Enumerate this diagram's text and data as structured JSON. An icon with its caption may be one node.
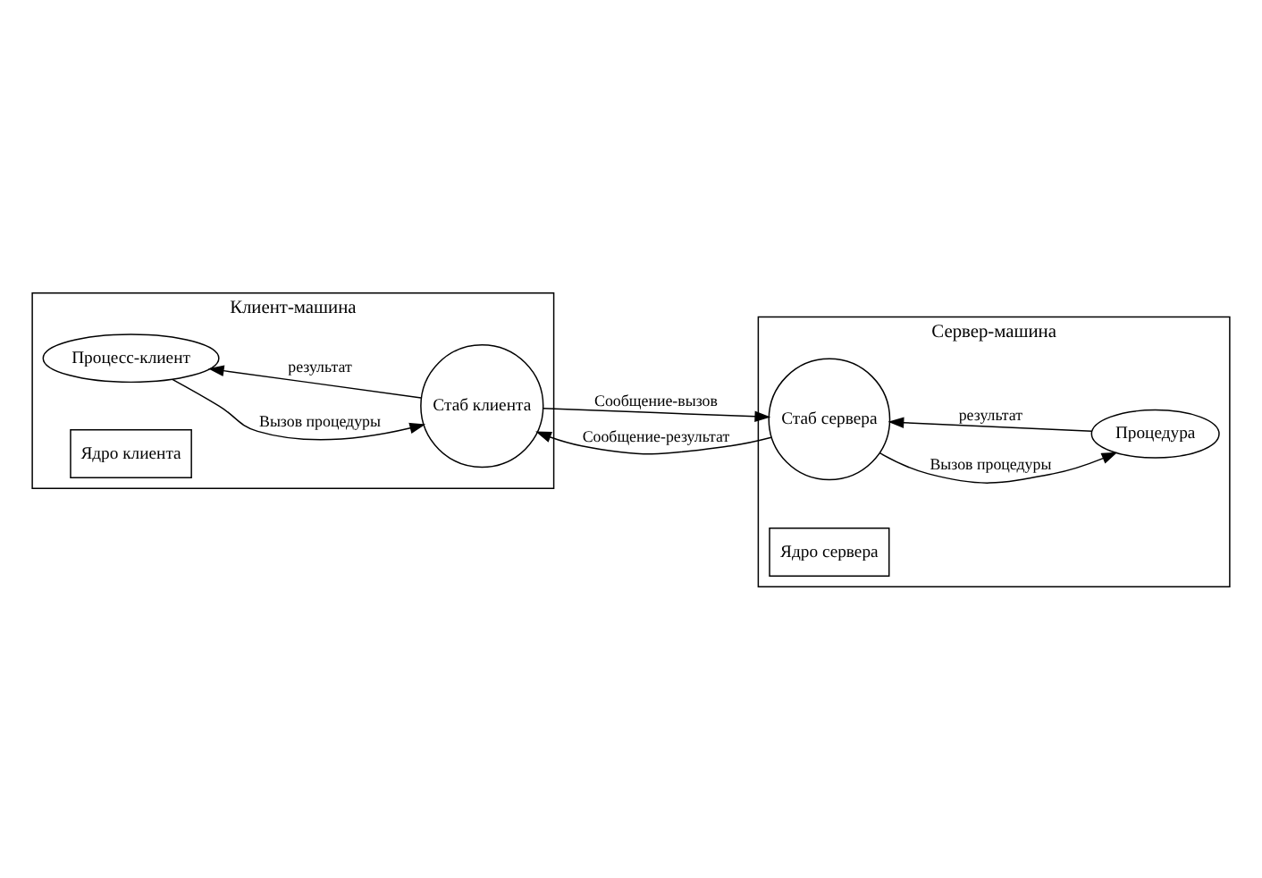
{
  "diagram": {
    "nodes": [
      {
        "text": [
          "Клиент-машина"
        ]
      },
      {
        "text": [
          "Процесс-клиент"
        ],
        "in": 0
      },
      {
        "text": [
          "Стаб клиента"
        ],
        "in": 0
      },
      {
        "text": [
          "Ядро клиента"
        ],
        "in": 0
      },
      {
        "text": [
          "Сервер-машина"
        ]
      },
      {
        "text": [
          "Стаб сервера"
        ],
        "in": 4
      },
      {
        "text": [
          "Процедура"
        ],
        "in": 4
      },
      {
        "text": [
          "Ядро сервера"
        ],
        "in": 4
      }
    ],
    "edges": [
      {
        "from": 1,
        "to": 2,
        "arrow": "to",
        "label": "Вызов процедуры"
      },
      {
        "from": 2,
        "to": 1,
        "arrow": "to",
        "label": "результат"
      },
      {
        "from": 5,
        "to": 6,
        "arrow": "to",
        "label": "Вызов процедуры"
      },
      {
        "from": 6,
        "to": 5,
        "arrow": "to",
        "label": "результат"
      },
      {
        "from": 2,
        "to": 5,
        "arrow": "to",
        "label": "Сообщение-вызов"
      },
      {
        "from": 5,
        "to": 2,
        "arrow": "to",
        "label": "Сообщение-результат"
      }
    ]
  }
}
